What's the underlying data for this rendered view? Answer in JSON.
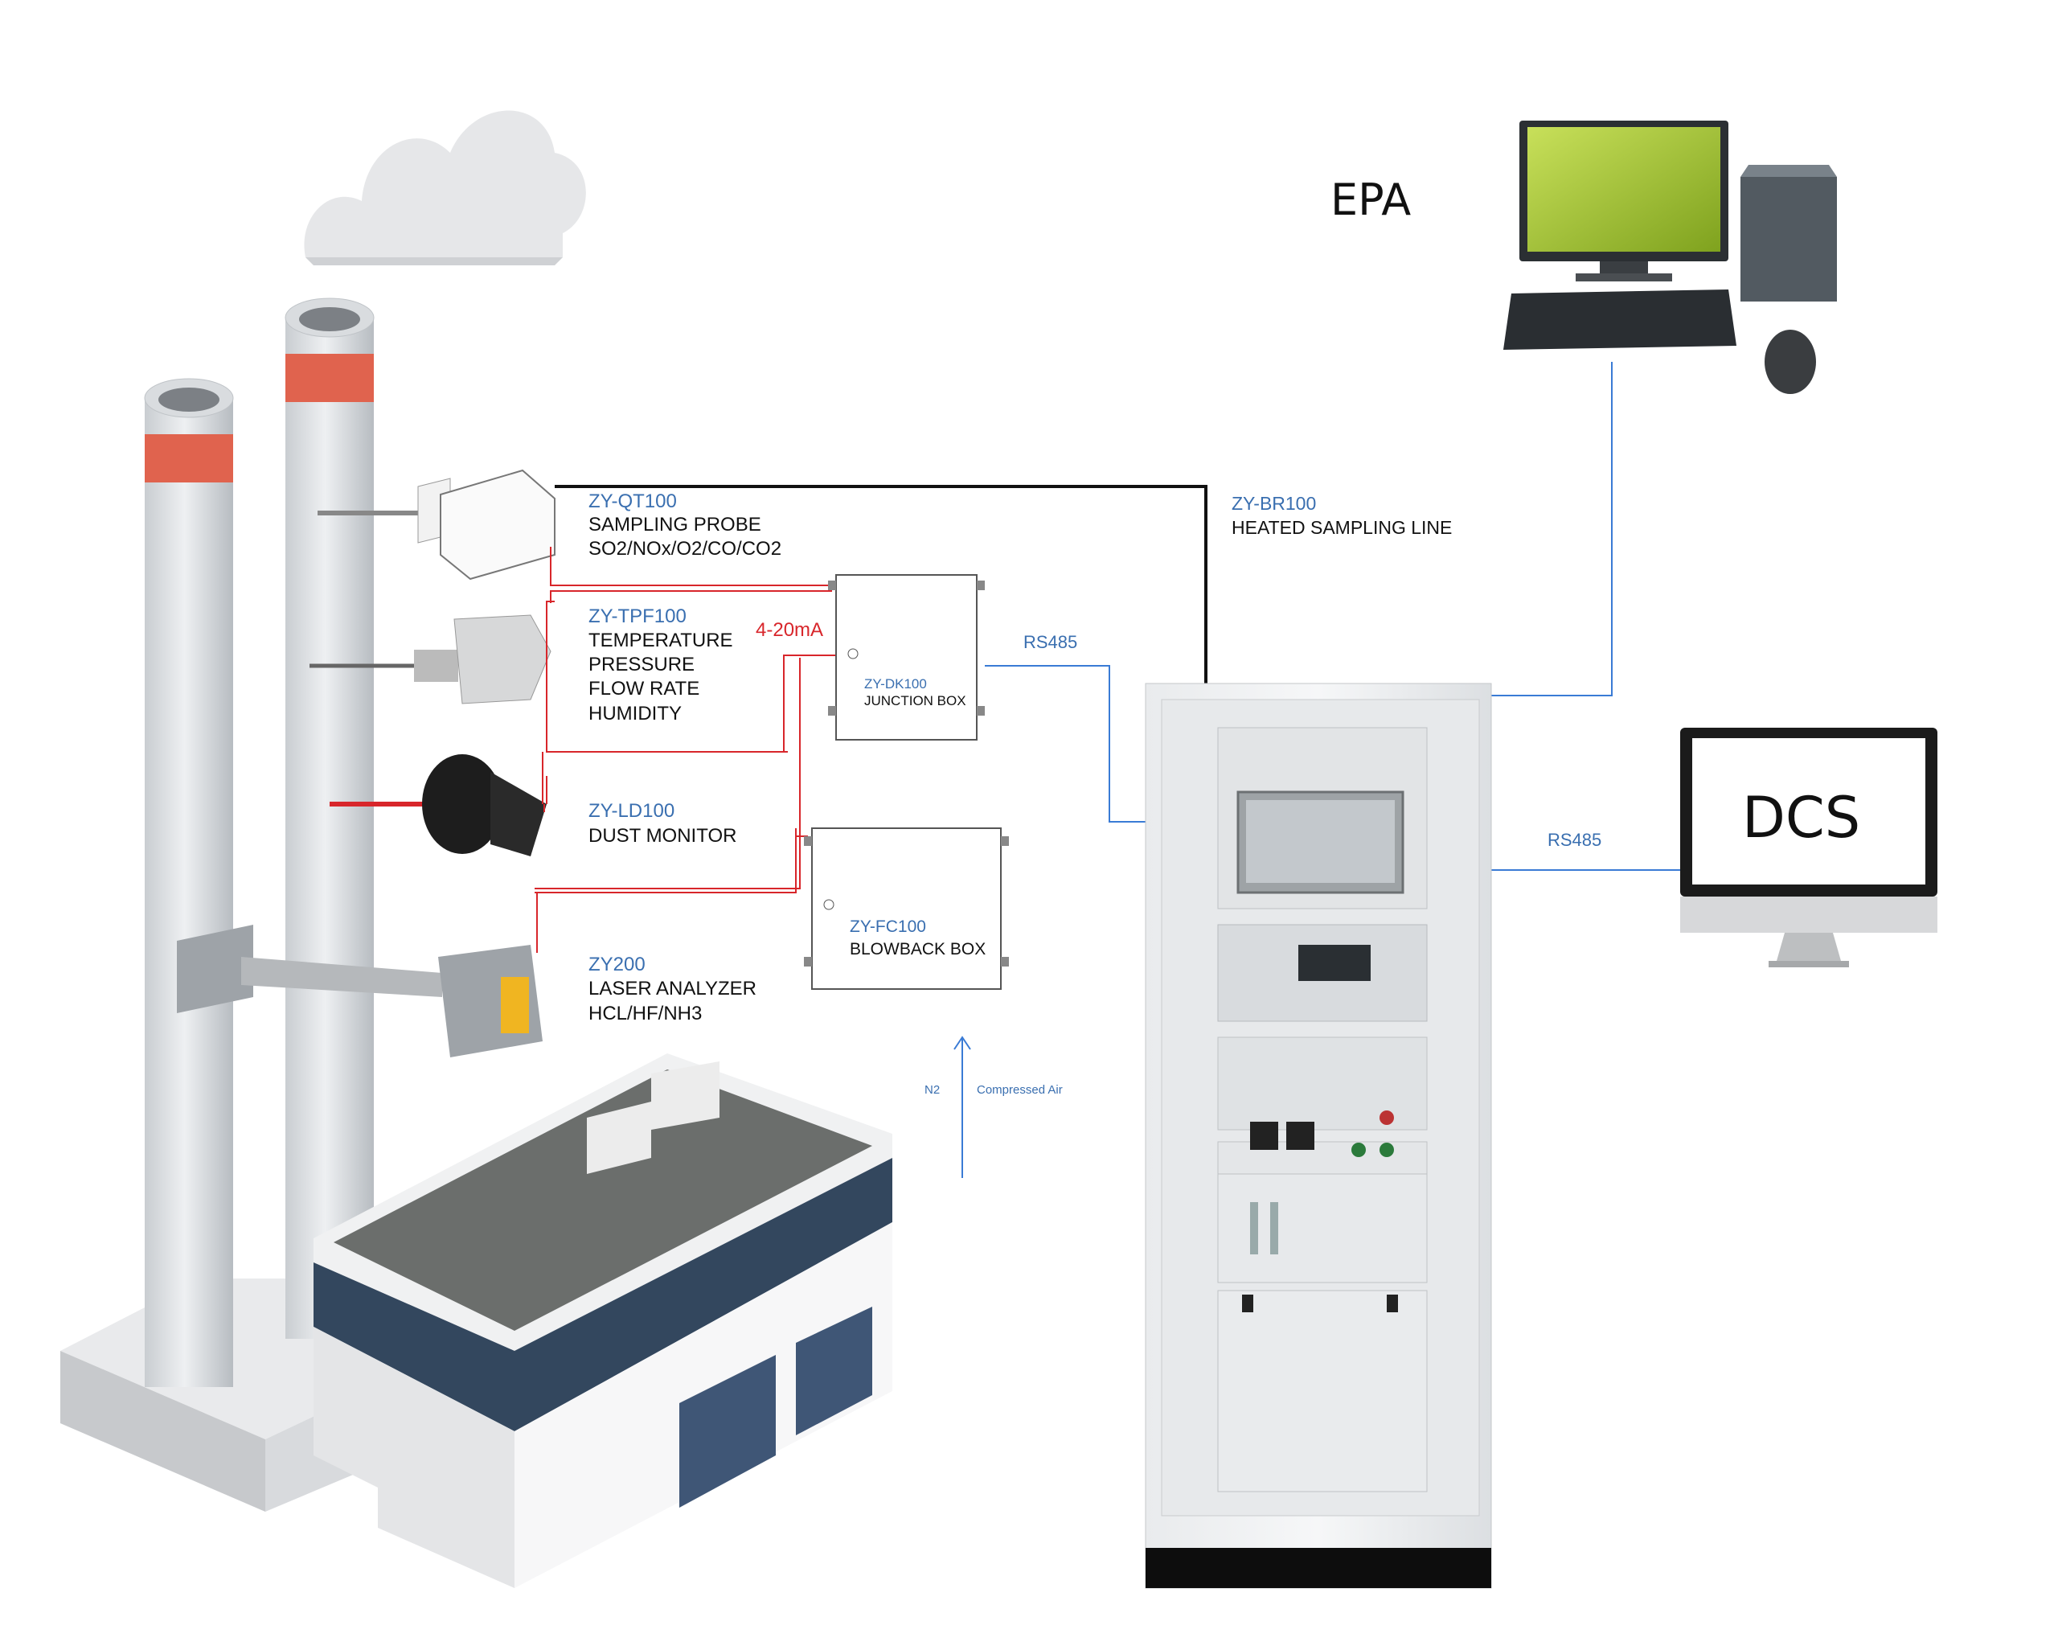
{
  "labels": {
    "epa": "EPA",
    "dcs": "DCS",
    "rs485_junction": "RS485",
    "rs485_dcs": "RS485",
    "signal": "4-20mA",
    "n2": "N2",
    "compressed_air": "Compressed Air"
  },
  "devices": {
    "qt100": {
      "code": "ZY-QT100",
      "line1": "SAMPLING PROBE",
      "line2": "SO2/NOx/O2/CO/CO2"
    },
    "tpf100": {
      "code": "ZY-TPF100",
      "line1": "TEMPERATURE",
      "line2": "PRESSURE",
      "line3": "FLOW RATE",
      "line4": "HUMIDITY"
    },
    "ld100": {
      "code": "ZY-LD100",
      "line1": "DUST  MONITOR"
    },
    "zy200": {
      "code": "ZY200",
      "line1": "LASER ANALYZER",
      "line2": "HCL/HF/NH3"
    },
    "dk100": {
      "code": "ZY-DK100",
      "line1": "JUNCTION BOX"
    },
    "fc100": {
      "code": "ZY-FC100",
      "line1": "BLOWBACK BOX"
    },
    "br100": {
      "code": "ZY-BR100",
      "line1": "HEATED SAMPLING LINE"
    }
  },
  "colors": {
    "red_wire": "#d8262b",
    "blue_wire": "#3a7bd5",
    "black_line": "#111111",
    "chimney_band": "#e0634e",
    "roof": "#6b6e6c",
    "building_stripe": "#33475e",
    "door": "#3f5676",
    "monitor_screen": "#a9cc3a"
  },
  "icons": [
    "cloud-icon",
    "computer-icon",
    "monitor-icon",
    "cabinet-icon"
  ]
}
